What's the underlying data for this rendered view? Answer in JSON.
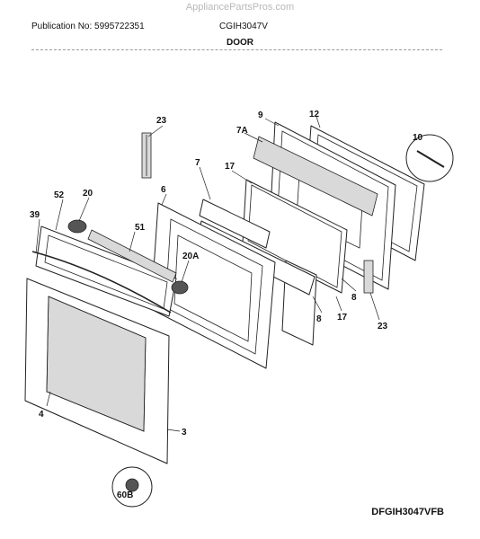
{
  "watermark": "AppliancePartsPros.com",
  "header": {
    "publication": "Publication No: 5995722351",
    "model": "CGIH3047V",
    "section_title": "DOOR"
  },
  "reference_code": "DFGIH3047VFB",
  "callouts": {
    "c23_top": "23",
    "c9": "9",
    "c12": "12",
    "c7a": "7A",
    "c10": "10",
    "c7": "7",
    "c17_top": "17",
    "c6": "6",
    "c20": "20",
    "c52": "52",
    "c39": "39",
    "c51": "51",
    "c20a": "20A",
    "c8_right": "8",
    "c8_mid": "8",
    "c17_bot": "17",
    "c23_bot": "23",
    "c4": "4",
    "c3": "3",
    "c60b": "60B"
  }
}
